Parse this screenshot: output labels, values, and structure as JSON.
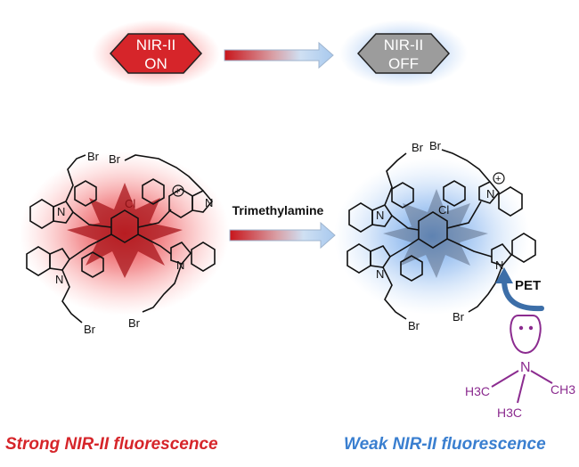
{
  "badges": {
    "on": {
      "line1": "NIR-II",
      "line2": "ON",
      "color": "#d6252a"
    },
    "off": {
      "line1": "NIR-II",
      "line2": "OFF",
      "color": "#9c9c9c"
    }
  },
  "reaction_label": "Trimethylamine",
  "pet_label": "PET",
  "molecule_left": {
    "atoms": {
      "br1": "Br",
      "br2": "Br",
      "br3": "Br",
      "br4": "Br",
      "n1": "N",
      "n2": "N",
      "n3": "N",
      "n4": "N",
      "plus": "+",
      "cl": "Cl"
    }
  },
  "molecule_right": {
    "atoms": {
      "br1": "Br",
      "br2": "Br",
      "br3": "Br",
      "br4": "Br",
      "n1": "N",
      "n2": "N",
      "n3": "N",
      "n4": "N",
      "plus": "+",
      "cl": "Cl"
    }
  },
  "amine": {
    "n": "N",
    "me1": "H3C",
    "me2": "CH3",
    "me3": "H3C"
  },
  "captions": {
    "strong": "Strong NIR-II fluorescence",
    "weak": "Weak NIR-II fluorescence"
  },
  "colors": {
    "red": "#d6252a",
    "blue": "#3a7fd0",
    "purple": "#8b2b8f",
    "gray": "#9c9c9c",
    "pet_arrow": "#3c6ea8"
  }
}
